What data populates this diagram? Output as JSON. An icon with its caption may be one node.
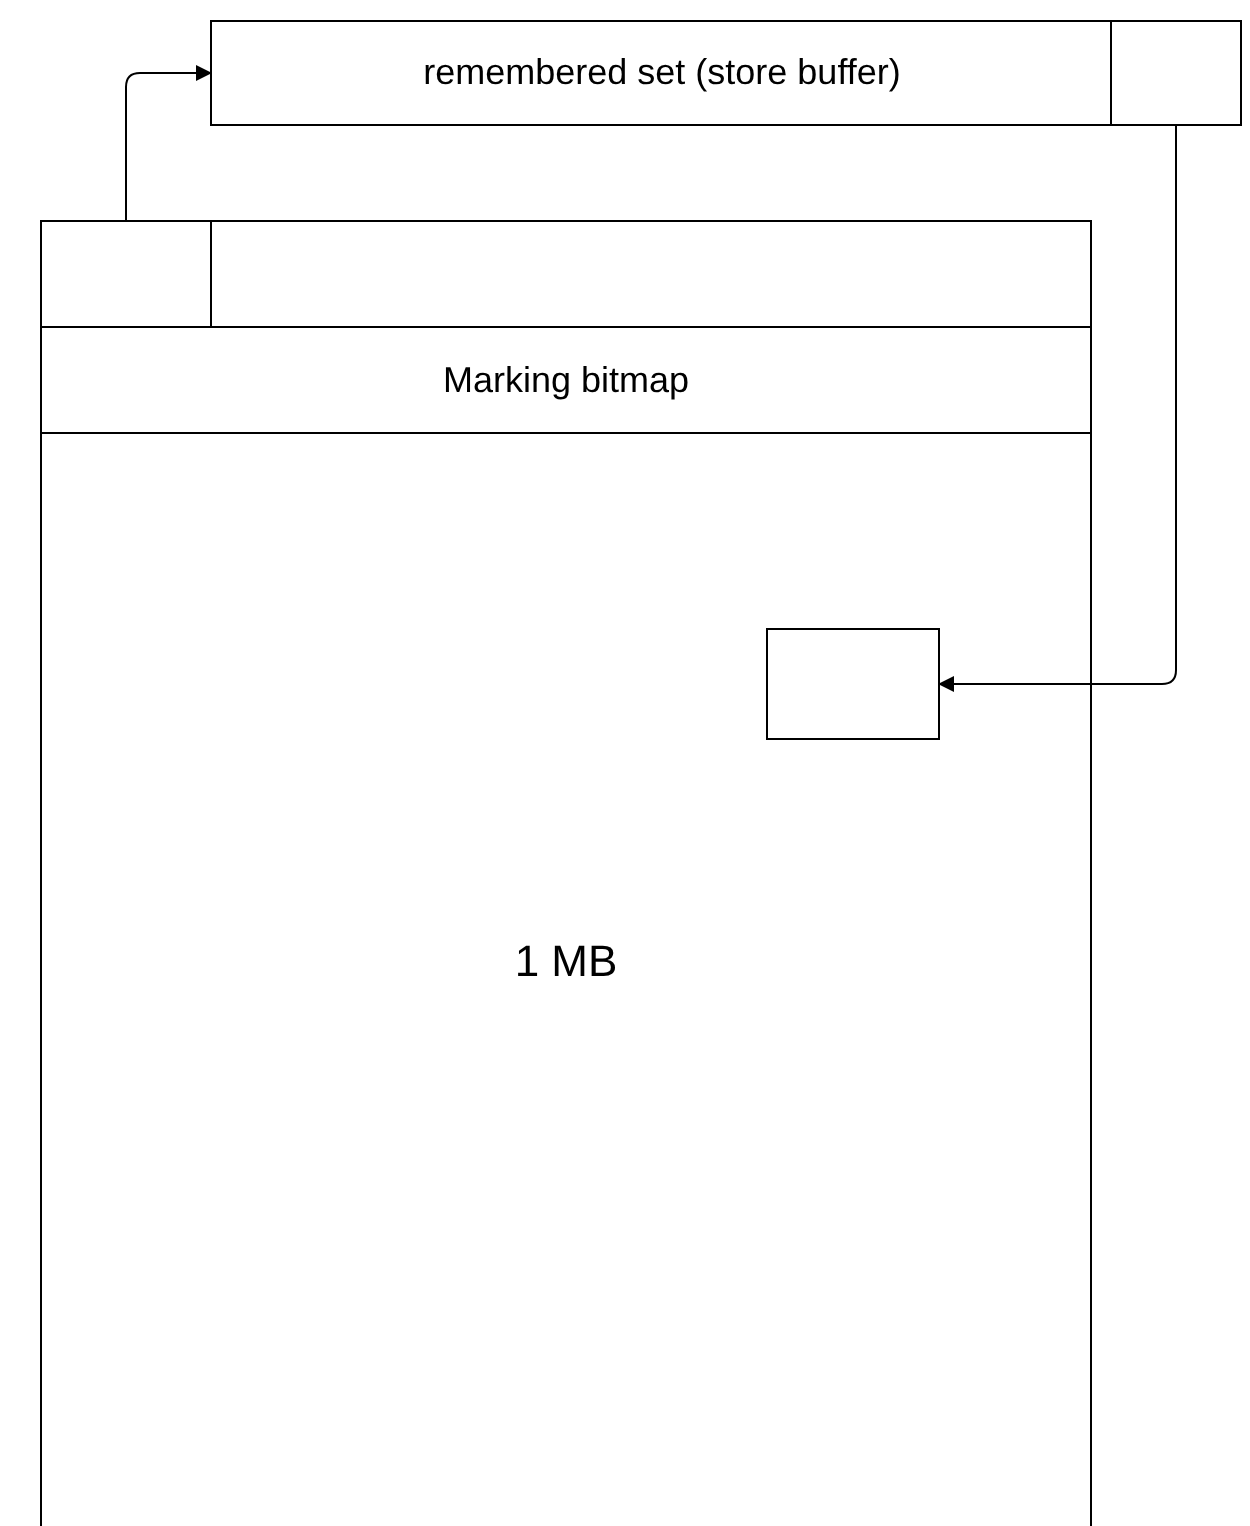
{
  "diagram": {
    "nodes": [
      {
        "text": [
          "remembered set (store buffer)"
        ]
      },
      {
        "text": [],
        "shape": "box",
        "in": 0
      },
      {
        "text": [
          "1 MB"
        ]
      },
      {
        "text": [],
        "shape": "box",
        "in": 2
      },
      {
        "text": [
          "Marking bitmap"
        ],
        "in": 2
      },
      {
        "text": [],
        "shape": "box",
        "in": 2
      }
    ],
    "edges": [
      {
        "from": 3,
        "to": 0,
        "arrow": "to"
      },
      {
        "from": 1,
        "to": 5,
        "arrow": "to"
      }
    ]
  }
}
